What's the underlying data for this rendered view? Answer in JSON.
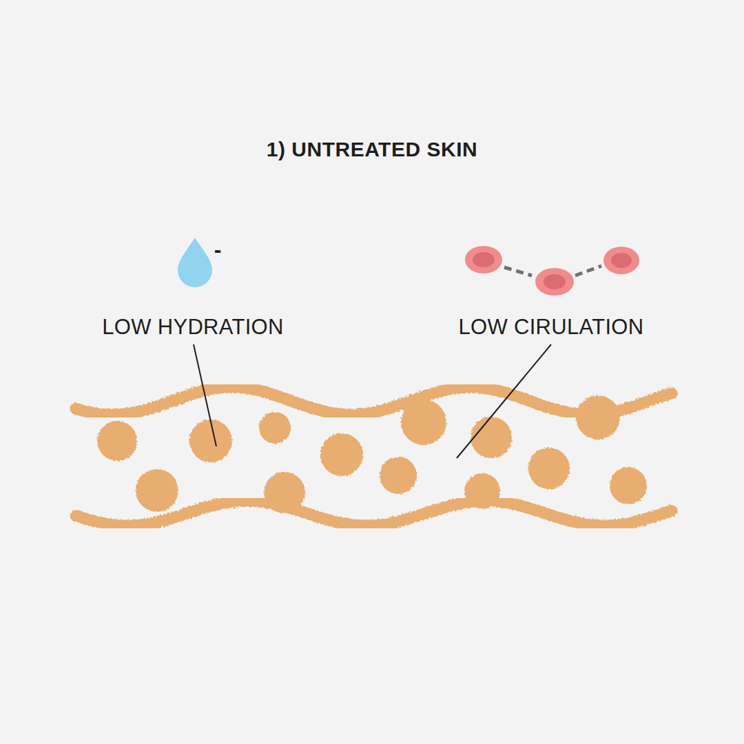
{
  "diagram": {
    "title": "1) UNTREATED SKIN",
    "labels": [
      "-",
      "LOW HYDRATION",
      "LOW CIRULATION"
    ]
  }
}
